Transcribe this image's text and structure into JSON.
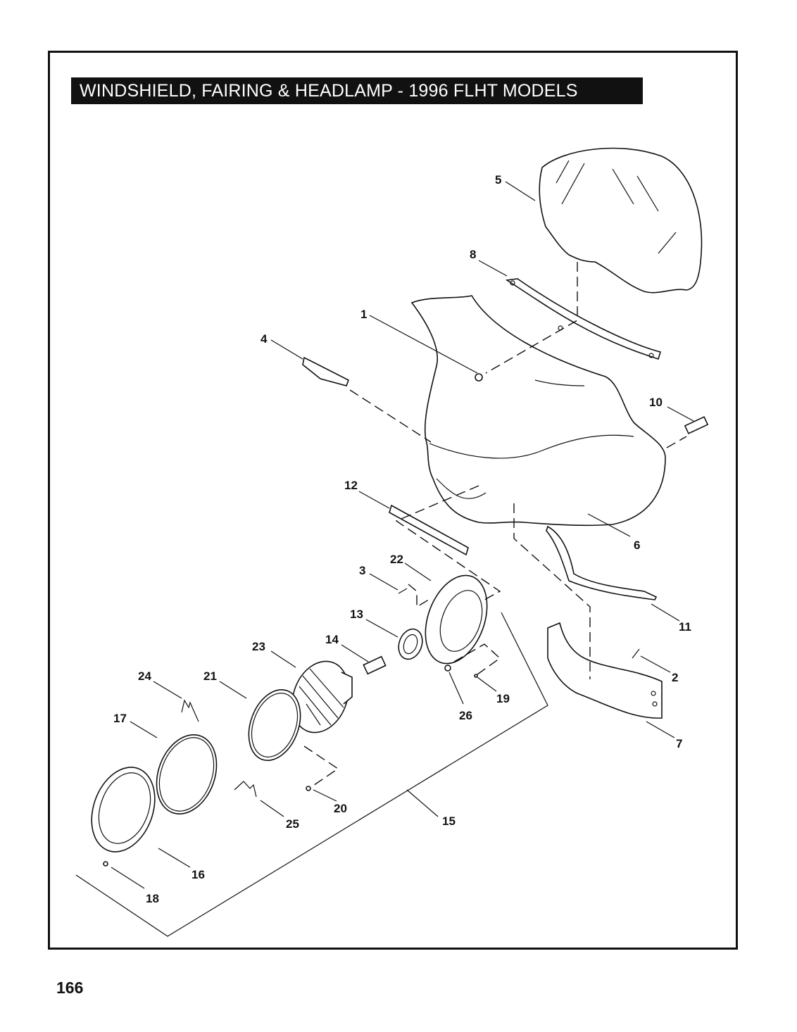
{
  "title": "WINDSHIELD, FAIRING & HEADLAMP - 1996 FLHT MODELS",
  "page_number": "166",
  "callouts": [
    "1",
    "2",
    "3",
    "4",
    "5",
    "6",
    "7",
    "8",
    "10",
    "11",
    "12",
    "13",
    "14",
    "15",
    "16",
    "17",
    "18",
    "19",
    "20",
    "21",
    "22",
    "23",
    "24",
    "25",
    "26"
  ]
}
